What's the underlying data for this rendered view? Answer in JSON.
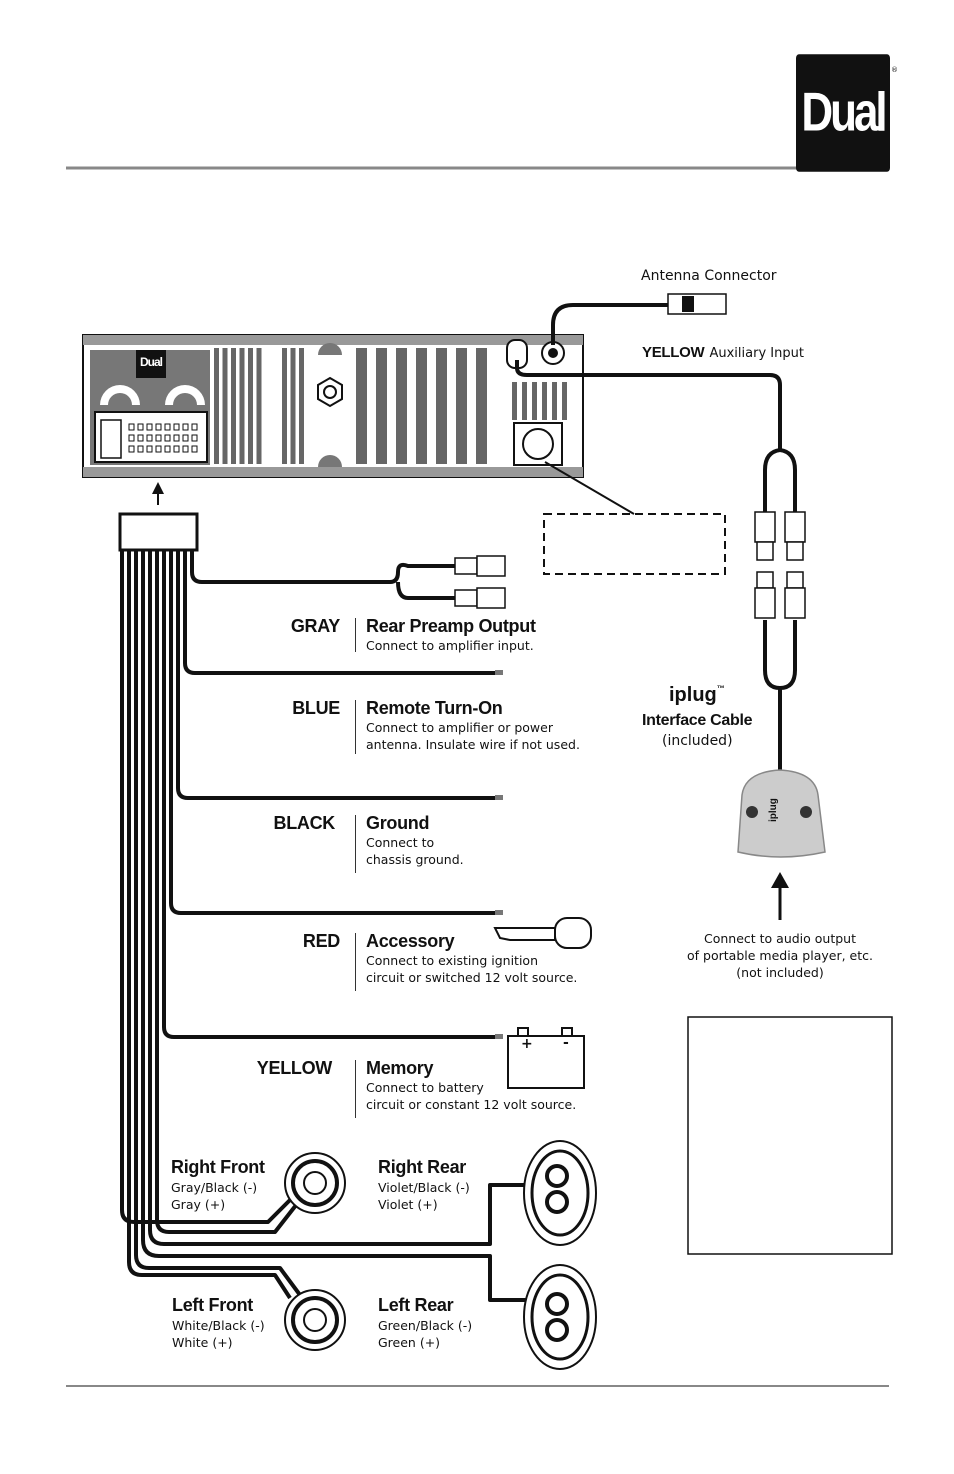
{
  "brand": {
    "logo_text": "Dual",
    "registered_mark": "®"
  },
  "head_unit": {
    "logo_text": "Dual"
  },
  "antenna": {
    "label": "Antenna Connector"
  },
  "aux_input": {
    "color": "YELLOW",
    "label": "Auxiliary Input"
  },
  "iplug": {
    "brand": "iplug",
    "trademark": "™",
    "line1": "Interface Cable",
    "line2": "(included)",
    "device_text": "iplug"
  },
  "audio_source_note": {
    "line1": "Connect to audio output",
    "line2": "of portable media player, etc.",
    "line3": "(not included)"
  },
  "wires": [
    {
      "color": "GRAY",
      "title": "Rear Preamp Output",
      "desc": [
        "Connect to amplifier input."
      ]
    },
    {
      "color": "BLUE",
      "title": "Remote Turn-On",
      "desc": [
        "Connect to amplifier or power",
        "antenna. Insulate wire if not used."
      ]
    },
    {
      "color": "BLACK",
      "title": "Ground",
      "desc": [
        "Connect to",
        "chassis ground."
      ]
    },
    {
      "color": "RED",
      "title": "Accessory",
      "desc": [
        "Connect to existing ignition",
        "circuit or switched 12 volt source."
      ]
    },
    {
      "color": "YELLOW",
      "title": "Memory",
      "desc": [
        "Connect to battery",
        "circuit or constant 12 volt source."
      ]
    }
  ],
  "battery": {
    "plus": "+",
    "minus": "-"
  },
  "speakers": {
    "right_front": {
      "title": "Right Front",
      "neg": "Gray/Black (-)",
      "pos": "Gray (+)"
    },
    "right_rear": {
      "title": "Right Rear",
      "neg": "Violet/Black (-)",
      "pos": "Violet (+)"
    },
    "left_front": {
      "title": "Left Front",
      "neg": "White/Black (-)",
      "pos": "White (+)"
    },
    "left_rear": {
      "title": "Left Rear",
      "neg": "Green/Black (-)",
      "pos": "Green (+)"
    }
  }
}
